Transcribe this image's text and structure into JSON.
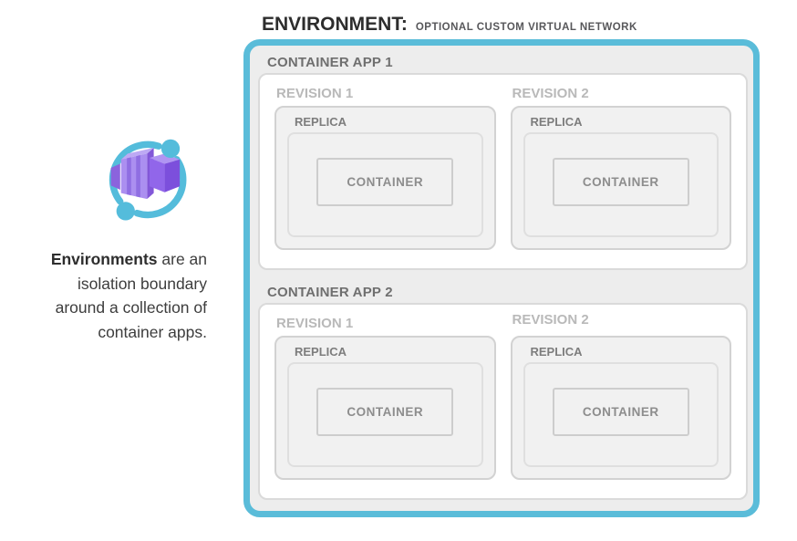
{
  "title": {
    "main": "ENVIRONMENT:",
    "subtitle": "OPTIONAL CUSTOM VIRTUAL NETWORK"
  },
  "legend": {
    "icon": "azure-container-apps-icon",
    "caption": {
      "bold_word": "Environments",
      "line1_rest": " are an",
      "line2": "isolation boundary",
      "line3": "around a collection of",
      "line4": "container apps."
    }
  },
  "environment": {
    "apps": [
      {
        "label": "CONTAINER APP 1",
        "revisions": [
          {
            "label": "REVISION 1",
            "replica": {
              "label": "REPLICA",
              "container": {
                "label": "CONTAINER"
              }
            }
          },
          {
            "label": "REVISION 2",
            "replica": {
              "label": "REPLICA",
              "container": {
                "label": "CONTAINER"
              }
            }
          }
        ]
      },
      {
        "label": "CONTAINER APP 2",
        "revisions": [
          {
            "label": "REVISION 1",
            "replica": {
              "label": "REPLICA",
              "container": {
                "label": "CONTAINER"
              }
            }
          },
          {
            "label": "REVISION 2",
            "replica": {
              "label": "REPLICA",
              "container": {
                "label": "CONTAINER"
              }
            }
          }
        ]
      }
    ]
  },
  "colors": {
    "environment_border": "#5ABCD9",
    "environment_fill": "#EDEDED",
    "app_fill": "#FFFFFF",
    "replica_fill": "#F1F1F1",
    "icon_blue": "#54BCDB",
    "icon_purple_front": "#AB8FF0",
    "icon_purple_dark": "#8257D8",
    "icon_purple_right": "#9166EA"
  }
}
